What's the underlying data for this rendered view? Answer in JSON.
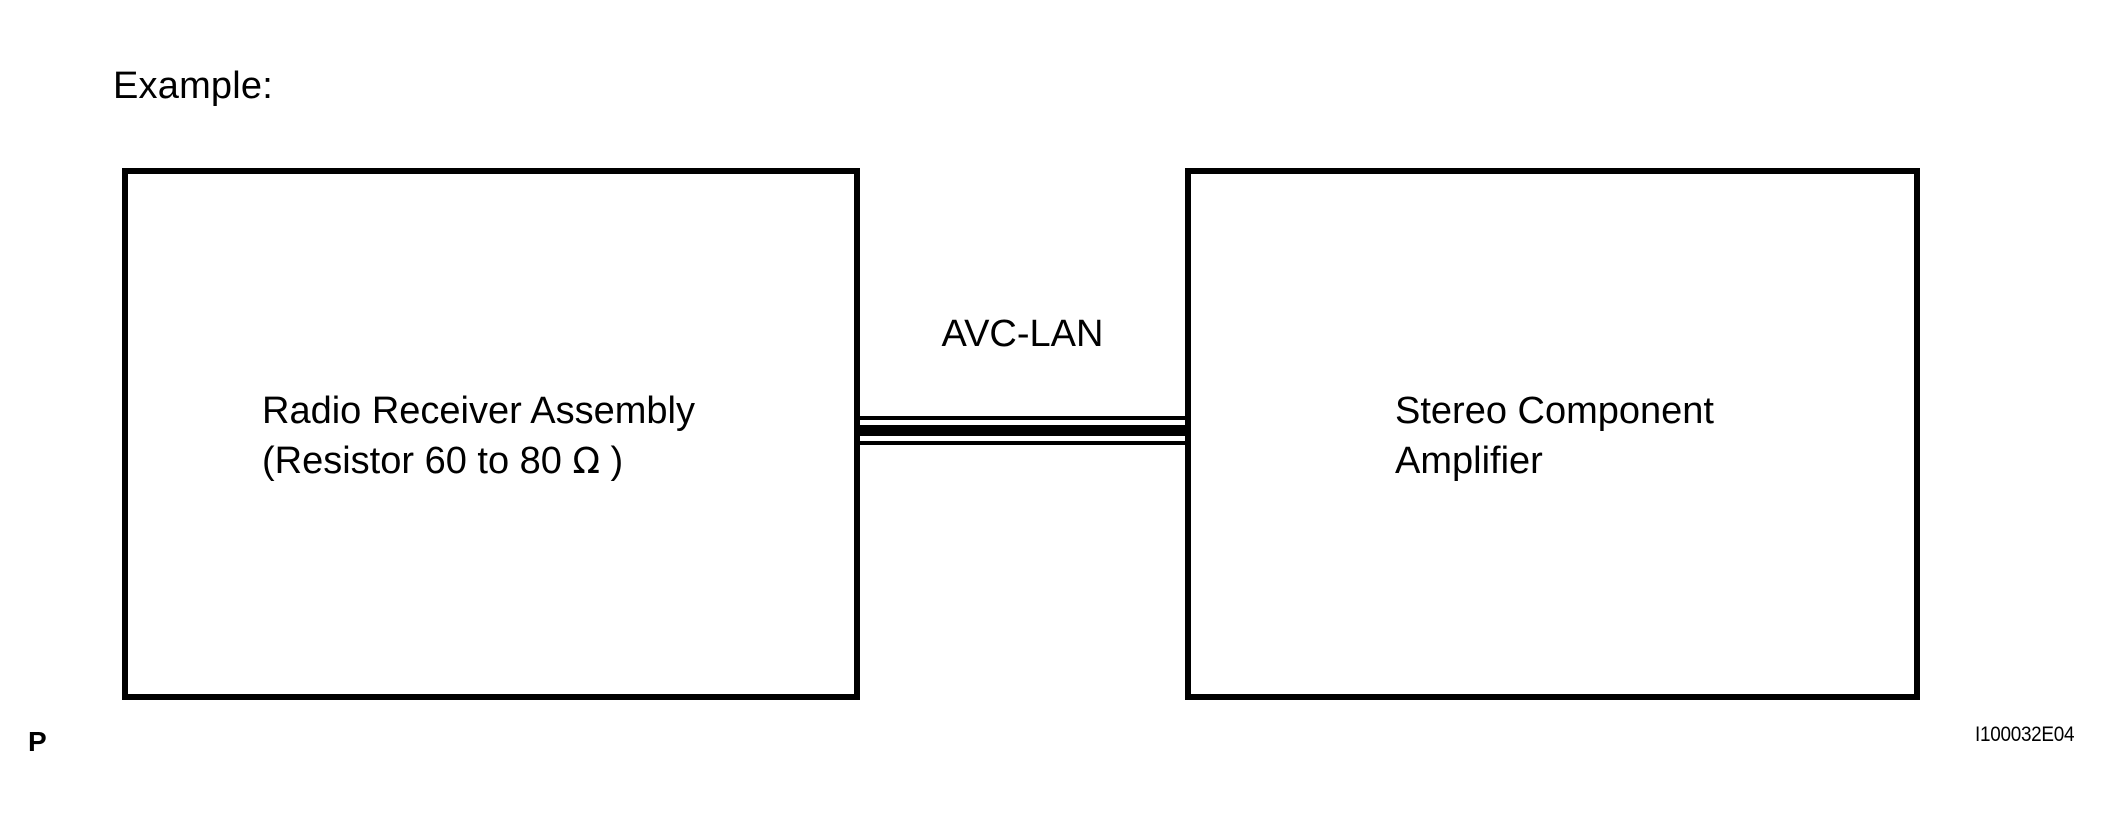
{
  "figure": {
    "heading": "Example:",
    "page_mark": "P",
    "reference_code": "I100032E04",
    "background_color": "#ffffff",
    "line_color": "#000000"
  },
  "blocks": [
    {
      "id": "radio-receiver",
      "title": "Radio Receiver Assembly",
      "subtitle_prefix": "(Resistor 60 to 80 ",
      "subtitle_unit": "Ω",
      "subtitle_suffix": " )"
    },
    {
      "id": "stereo-amplifier",
      "title": "Stereo Component",
      "subtitle": "Amplifier"
    }
  ],
  "connection": {
    "label": "AVC-LAN",
    "style": "twin-bus",
    "from": "radio-receiver",
    "to": "stereo-amplifier"
  }
}
